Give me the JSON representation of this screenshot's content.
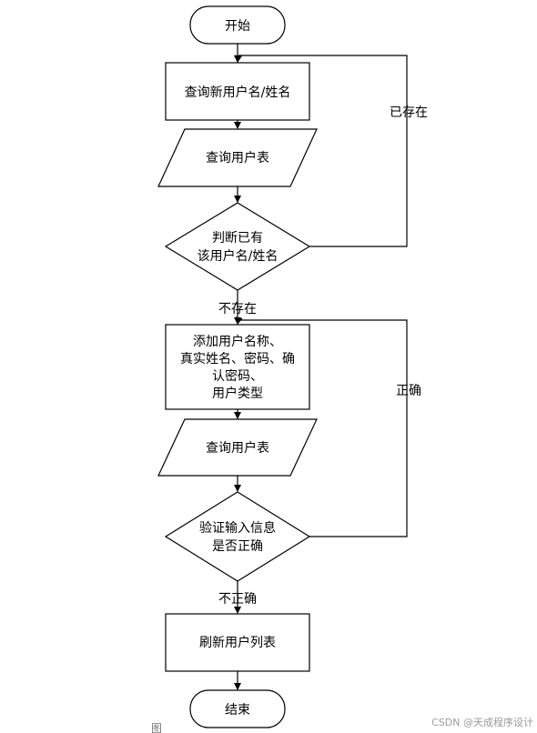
{
  "nodes": {
    "start": "开始",
    "query_new_user": "查询新用户名/姓名",
    "query_user_table_1": "查询用户表",
    "judge_exists_line1": "判断已有",
    "judge_exists_line2": "该用户名/姓名",
    "add_user_line1": "添加用户名称、",
    "add_user_line2": "真实姓名、密码、确",
    "add_user_line3": "认密码、",
    "add_user_line4": "用户类型",
    "query_user_table_2": "查询用户表",
    "verify_line1": "验证输入信息",
    "verify_line2": "是否正确",
    "refresh_list": "刷新用户列表",
    "end": "结束"
  },
  "edges": {
    "exists": "已存在",
    "not_exists": "不存在",
    "correct": "正确",
    "incorrect": "不正确"
  },
  "watermark": "CSDN @天成程序设计",
  "caption": "图"
}
